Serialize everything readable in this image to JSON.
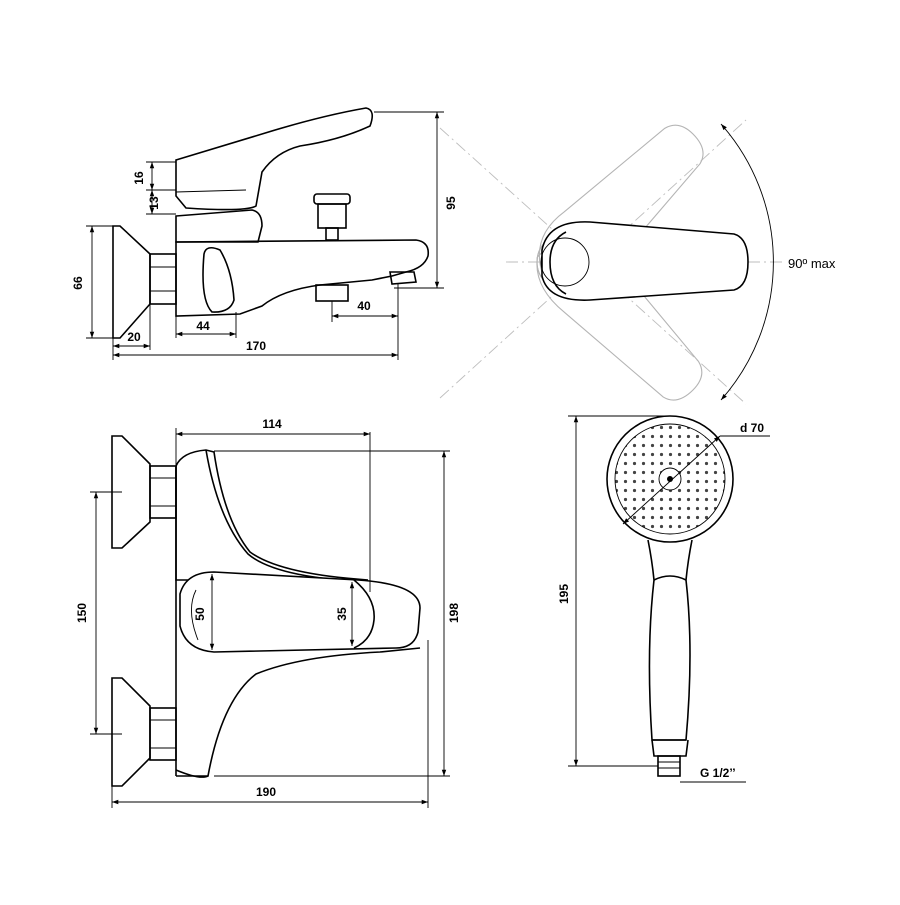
{
  "side_view": {
    "dim_lever_height": "16",
    "dim_body_gap": "13",
    "dim_total_height": "95",
    "dim_wall_plate": "66",
    "dim_plate_depth": "20",
    "dim_spout_offset": "44",
    "dim_spout_length": "40",
    "dim_total_depth": "170"
  },
  "rotation_view": {
    "angle_label": "90º max"
  },
  "front_view": {
    "dim_lever_length": "114",
    "dim_lever_width_base": "50",
    "dim_lever_width_tip": "35",
    "dim_axis_spacing": "150",
    "dim_total_height": "198",
    "dim_total_width": "190"
  },
  "hand_shower": {
    "dim_head_diameter": "d 70",
    "dim_length": "195",
    "dim_thread": "G 1/2’’"
  }
}
